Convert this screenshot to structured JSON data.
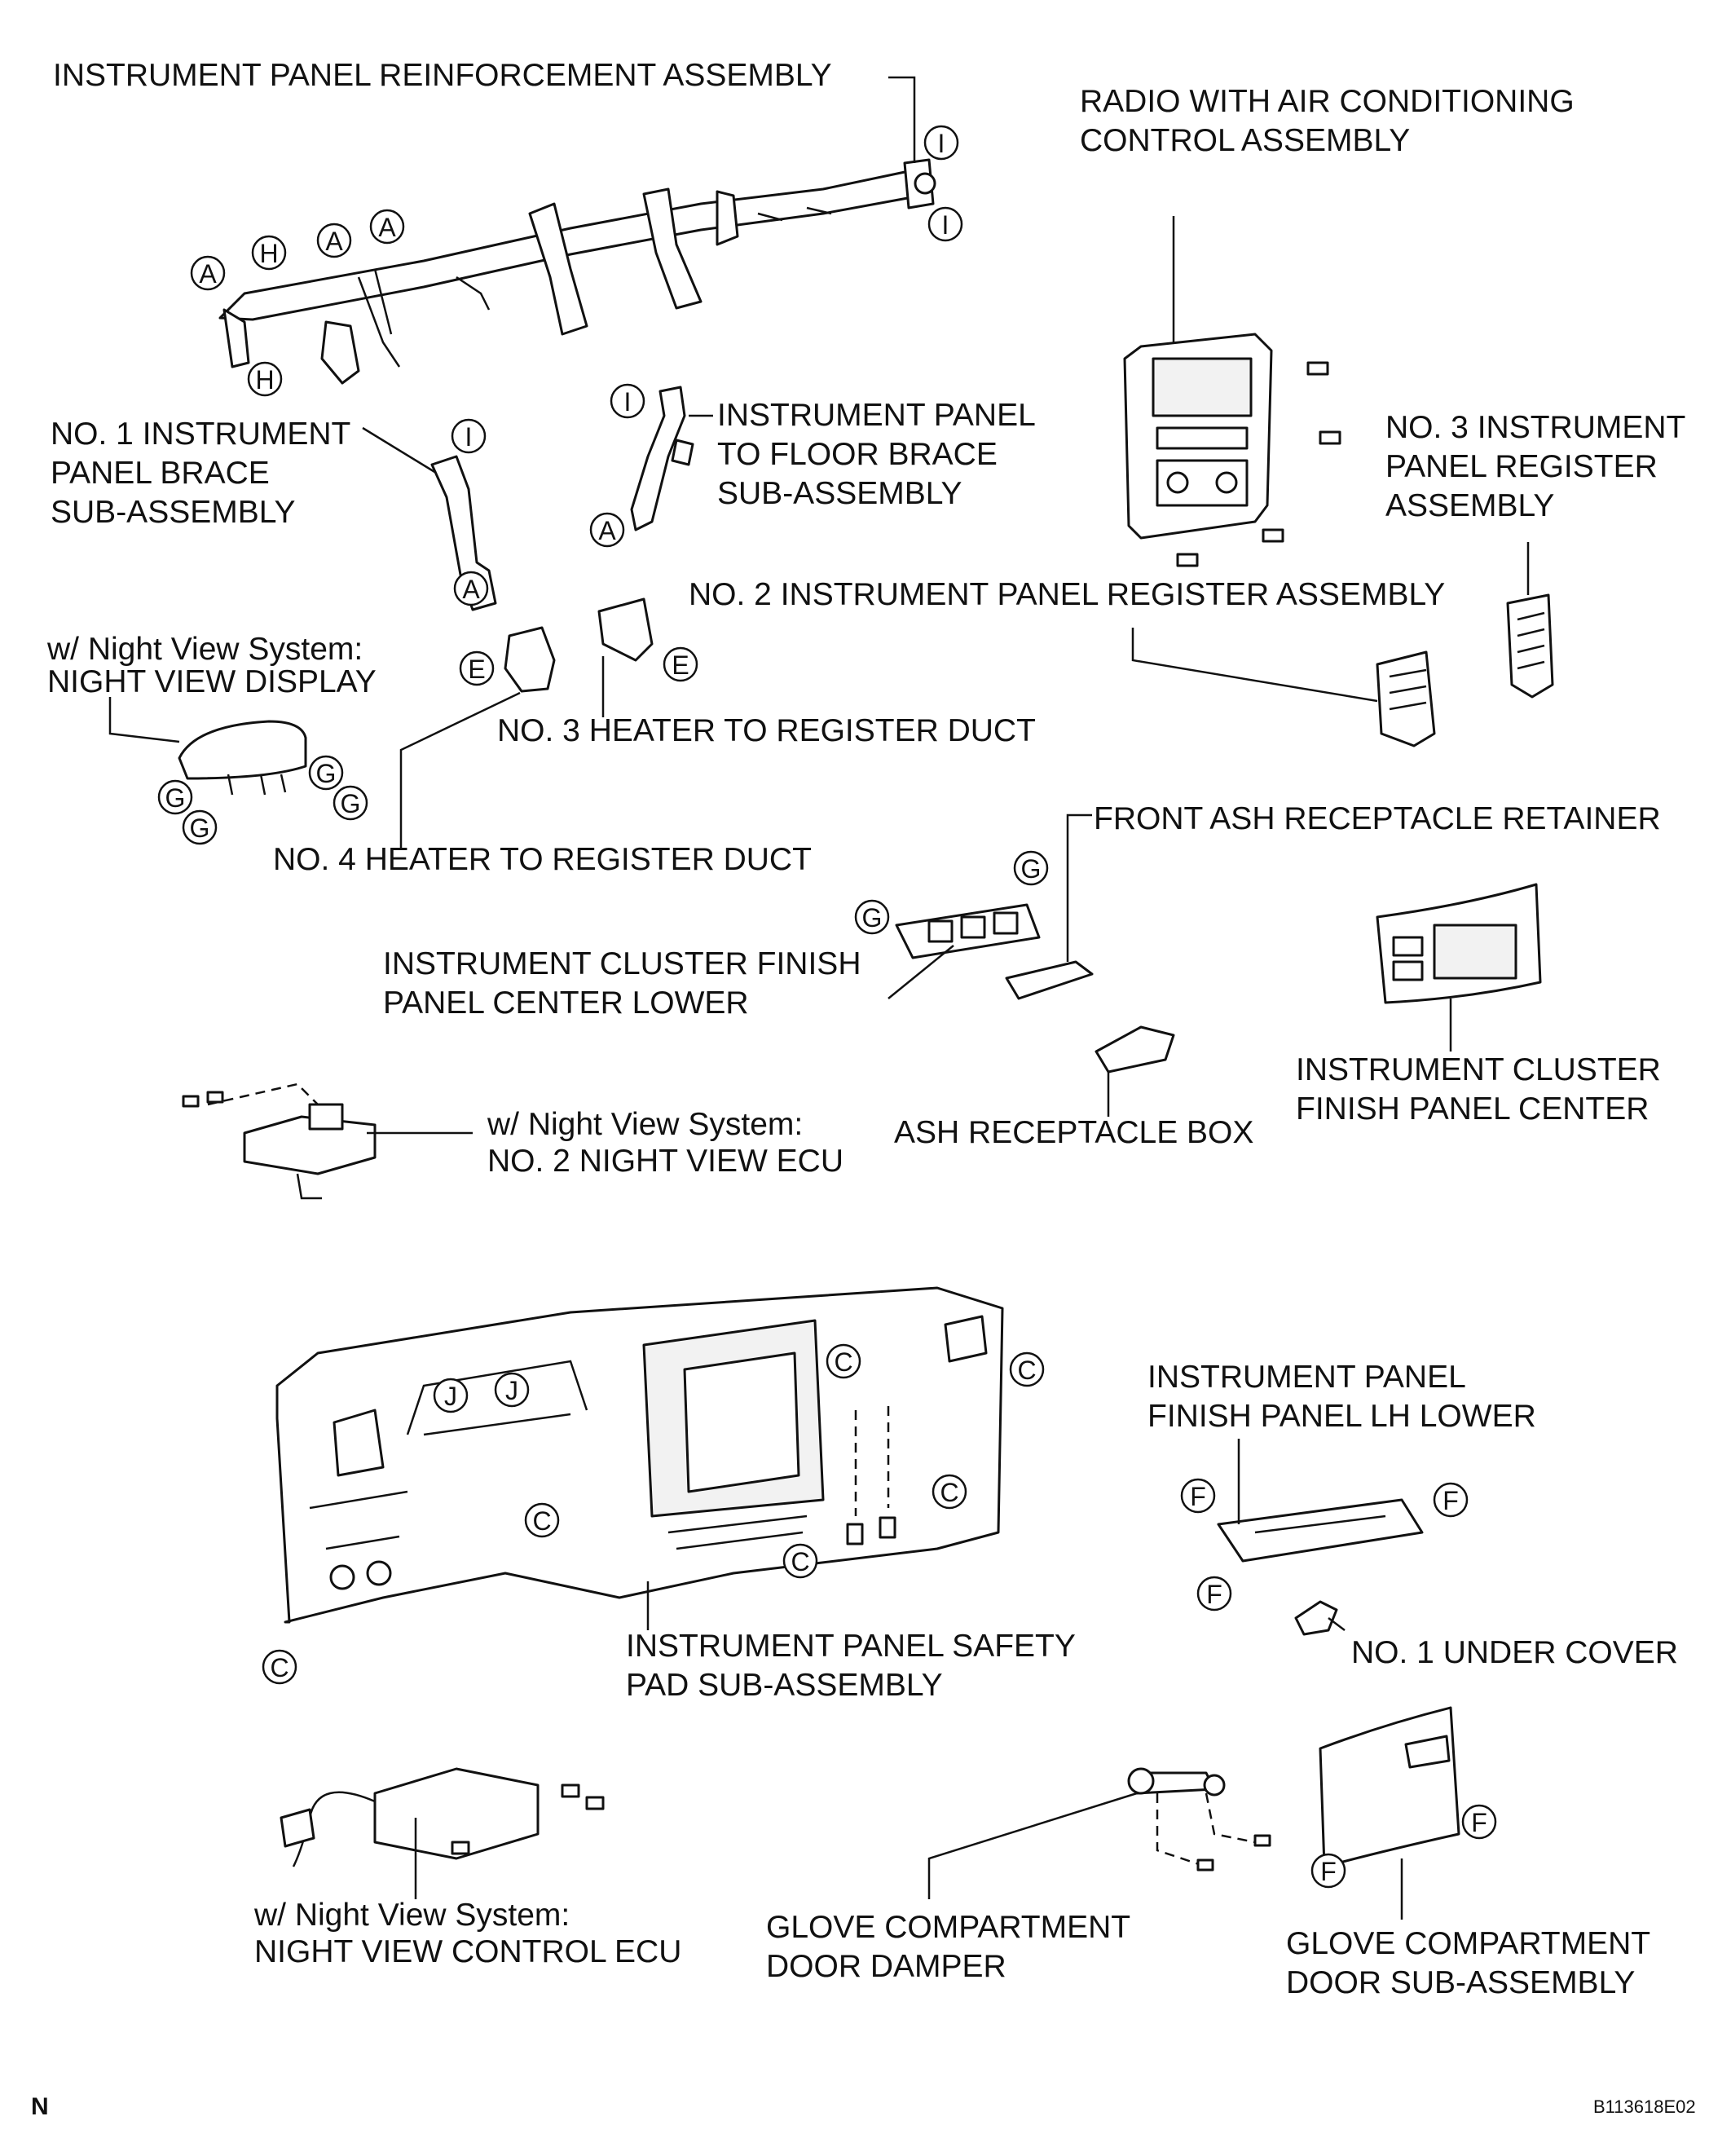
{
  "labels": {
    "reinforcement": "INSTRUMENT PANEL REINFORCEMENT ASSEMBLY",
    "radio_1": "RADIO WITH AIR CONDITIONING",
    "radio_2": "CONTROL ASSEMBLY",
    "brace1_1": "NO. 1 INSTRUMENT",
    "brace1_2": "PANEL BRACE",
    "brace1_3": "SUB-ASSEMBLY",
    "floorbrace_1": "INSTRUMENT PANEL",
    "floorbrace_2": "TO FLOOR BRACE",
    "floorbrace_3": "SUB-ASSEMBLY",
    "reg3_1": "NO. 3 INSTRUMENT",
    "reg3_2": "PANEL REGISTER",
    "reg3_3": "ASSEMBLY",
    "reg2": "NO. 2 INSTRUMENT PANEL REGISTER ASSEMBLY",
    "nvdisplay_1": "w/ Night View System:",
    "nvdisplay_2": "NIGHT VIEW DISPLAY",
    "duct3": "NO. 3 HEATER TO REGISTER DUCT",
    "duct4": "NO. 4 HEATER TO REGISTER DUCT",
    "ashretainer": "FRONT ASH RECEPTACLE RETAINER",
    "clusterlower_1": "INSTRUMENT CLUSTER FINISH",
    "clusterlower_2": "PANEL CENTER LOWER",
    "clustercenter_1": "INSTRUMENT CLUSTER",
    "clustercenter_2": "FINISH PANEL CENTER",
    "ashbox": "ASH RECEPTACLE BOX",
    "nvecu2_1": "w/ Night View System:",
    "nvecu2_2": "NO. 2 NIGHT VIEW ECU",
    "finishlh_1": "INSTRUMENT PANEL",
    "finishlh_2": "FINISH PANEL LH LOWER",
    "safetypad_1": "INSTRUMENT PANEL SAFETY",
    "safetypad_2": "PAD SUB-ASSEMBLY",
    "undercover": "NO. 1 UNDER COVER",
    "nvcontrol_1": "w/ Night View System:",
    "nvcontrol_2": "NIGHT VIEW CONTROL ECU",
    "damper_1": "GLOVE COMPARTMENT",
    "damper_2": "DOOR DAMPER",
    "glovedoor_1": "GLOVE COMPARTMENT",
    "glovedoor_2": "DOOR SUB-ASSEMBLY",
    "north": "N",
    "figure_code": "B113618E02"
  },
  "callout_letters": {
    "A": "A",
    "C": "C",
    "E": "E",
    "F": "F",
    "G": "G",
    "H": "H",
    "I": "I",
    "J": "J"
  },
  "colors": {
    "ink": "#111111",
    "paper": "#ffffff"
  }
}
